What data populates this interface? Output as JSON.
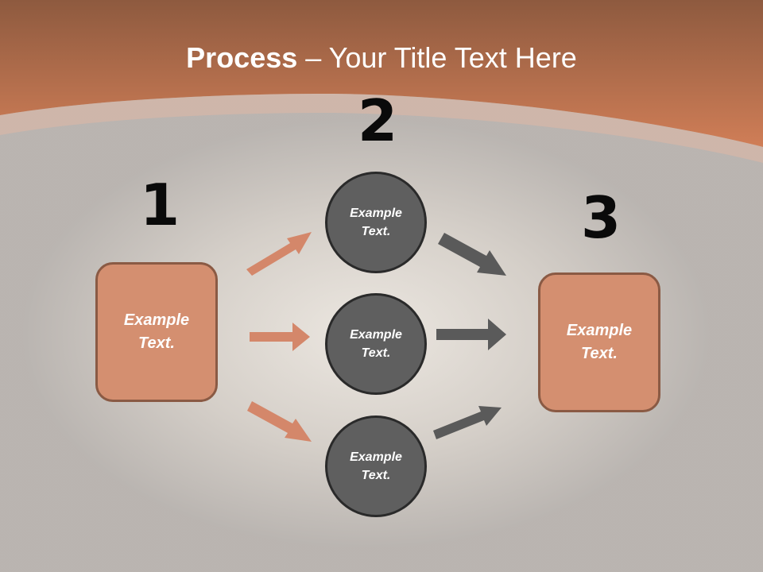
{
  "title": {
    "strong": "Process",
    "rest": " – Your Title Text Here"
  },
  "steps": [
    "1",
    "2",
    "3"
  ],
  "source": {
    "text": "Example Text."
  },
  "middle": [
    {
      "text": "Example Text."
    },
    {
      "text": "Example Text."
    },
    {
      "text": "Example Text."
    }
  ],
  "target": {
    "text": "Example Text."
  },
  "colors": {
    "orange": "#c97a55",
    "box": "#d48f70",
    "circle": "#5f5f5f",
    "arrow_dark": "#5a5a5a",
    "arrow_light": "#d4876a"
  }
}
